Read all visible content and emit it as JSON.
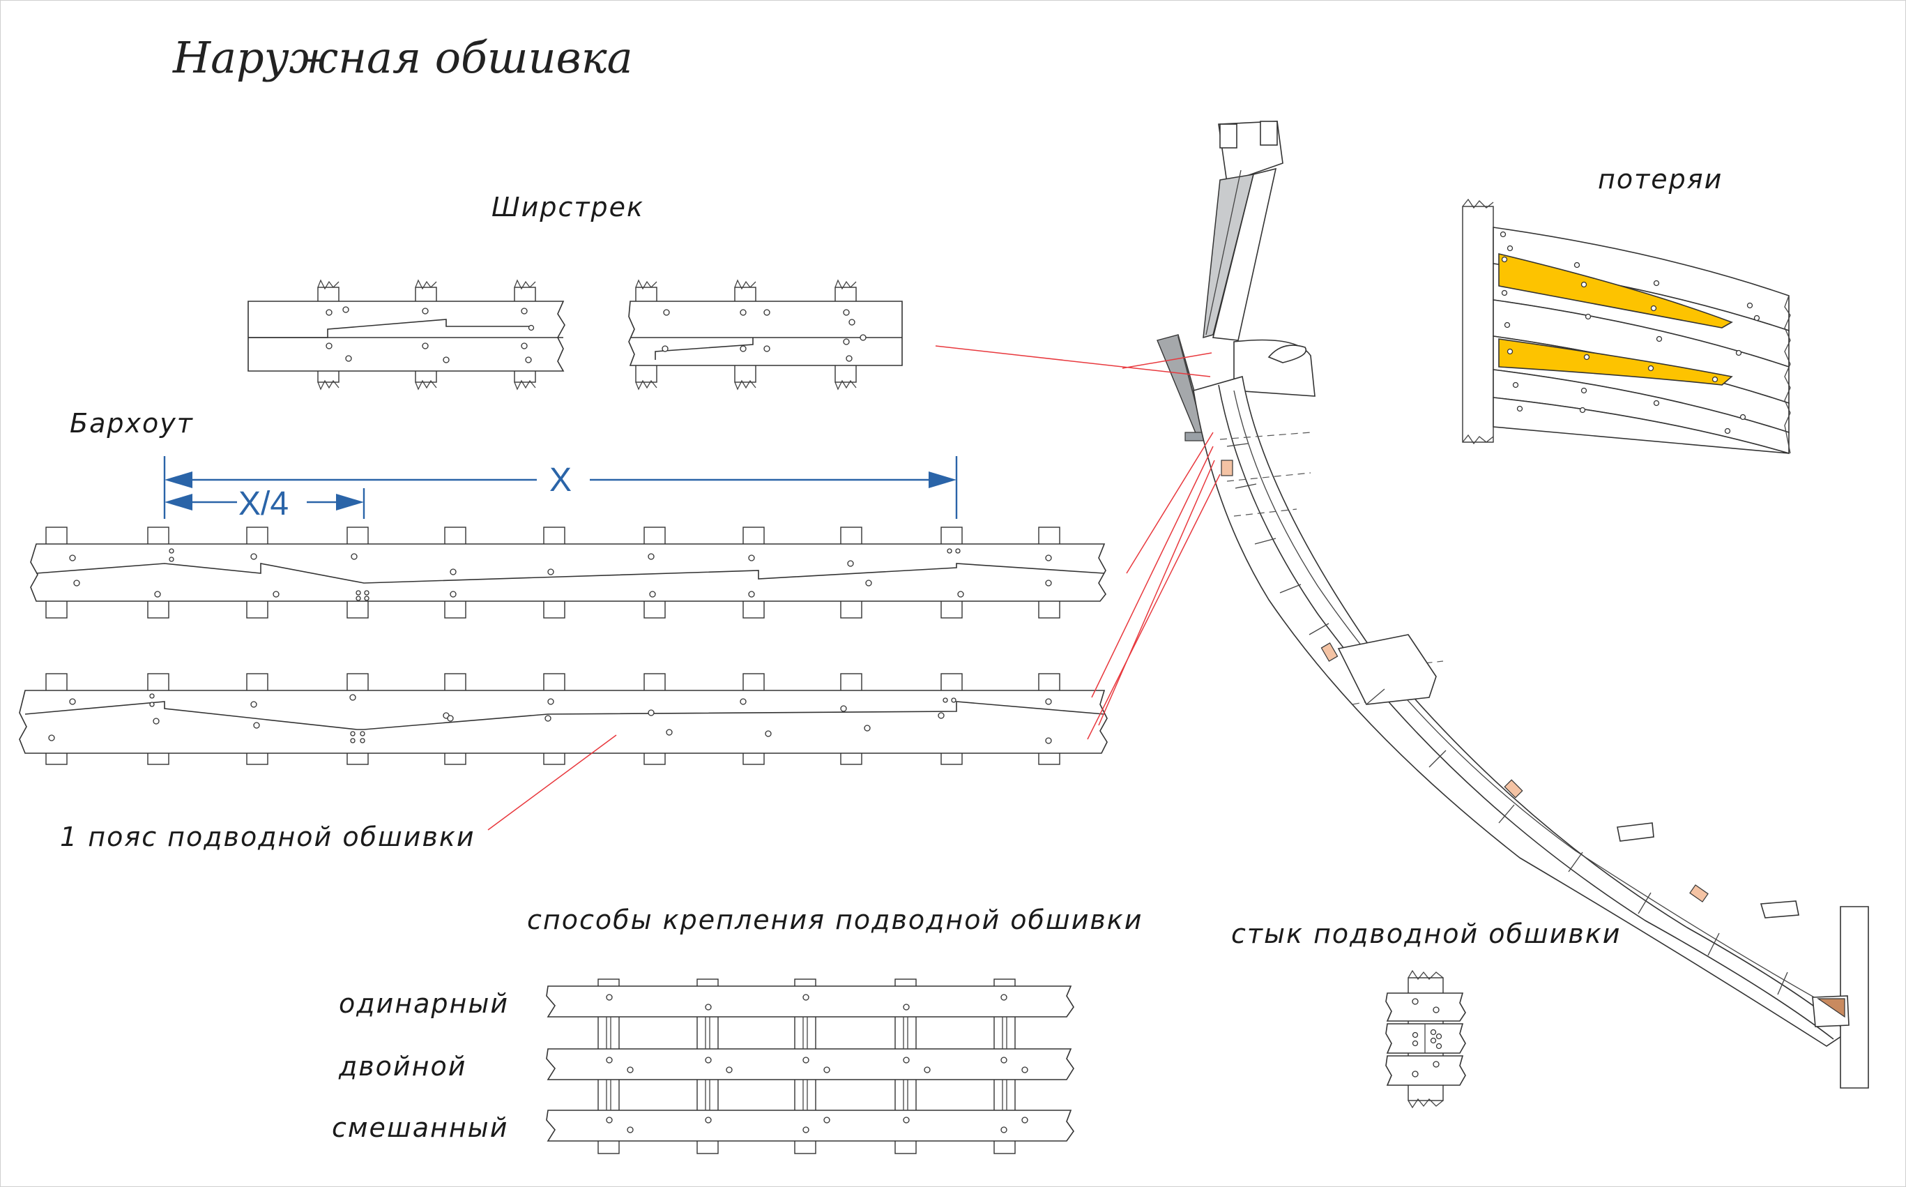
{
  "title": "Наружная обшивка",
  "labels": {
    "shirstrek": "Ширстрек",
    "barkhout": "Бархоут",
    "poteryai": "потеряи",
    "first_belt": "1 пояс подводной обшивки",
    "fastening_methods": "способы крепления подводной обшивки",
    "single": "одинарный",
    "double": "двойной",
    "mixed": "смешанный",
    "joint": "стык подводной обшивки"
  },
  "dimensions": {
    "x": "X",
    "x4": "X/4"
  },
  "colors": {
    "highlight_plank": "#fdc300",
    "dimension": "#2a64a8",
    "leader_line": "#e8383d",
    "deck_gray": "#c9cbcd",
    "stem_block": "#f4c3a4",
    "keel_block": "#c98a5f"
  }
}
